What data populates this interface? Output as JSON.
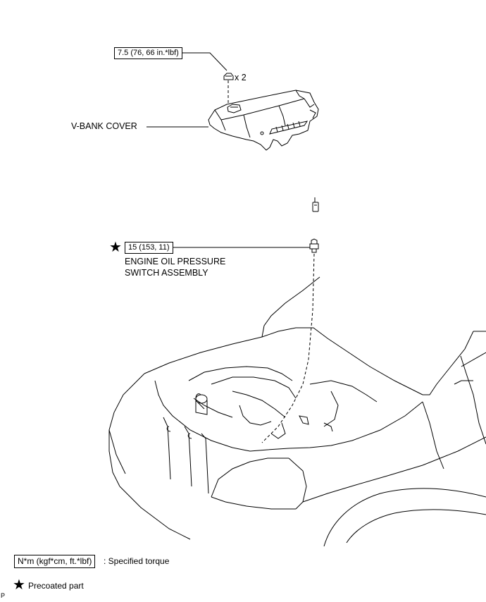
{
  "torque_cover": "7.5 (76, 66 in.*lbf)",
  "nut_qty": "x 2",
  "cover_label": "V-BANK COVER",
  "torque_switch": "15 (153, 11)",
  "switch_label_line1": "ENGINE OIL PRESSURE",
  "switch_label_line2": "SWITCH ASSEMBLY",
  "legend": {
    "torque_box": "N*m (kgf*cm, ft.*lbf)",
    "torque_text": ": Specified torque",
    "precoat_text": "Precoated part"
  },
  "corner_letter": "P",
  "icons": {
    "precoat": "star-icon"
  }
}
